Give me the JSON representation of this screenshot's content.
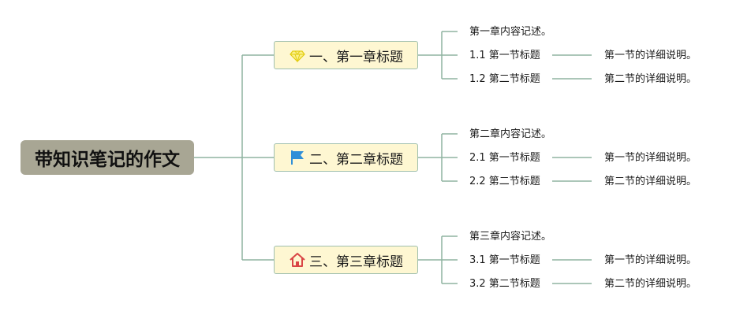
{
  "root": {
    "title": "带知识笔记的作文"
  },
  "chapters": [
    {
      "title": "一、第一章标题",
      "icon": "diamond-icon",
      "summary": "第一章内容记述。",
      "sections": [
        {
          "title": "1.1 第一节标题",
          "detail": "第一节的详细说明。"
        },
        {
          "title": "1.2 第二节标题",
          "detail": "第二节的详细说明。"
        }
      ]
    },
    {
      "title": "二、第二章标题",
      "icon": "flag-icon",
      "summary": "第二章内容记述。",
      "sections": [
        {
          "title": "2.1 第一节标题",
          "detail": "第一节的详细说明。"
        },
        {
          "title": "2.2 第二节标题",
          "detail": "第二节的详细说明。"
        }
      ]
    },
    {
      "title": "三、第三章标题",
      "icon": "house-icon",
      "summary": "第三章内容记述。",
      "sections": [
        {
          "title": "3.1 第一节标题",
          "detail": "第一节的详细说明。"
        },
        {
          "title": "3.2 第二节标题",
          "detail": "第二节的详细说明。"
        }
      ]
    }
  ],
  "colors": {
    "root_bg": "#a8a694",
    "chapter_bg": "#fef7d2",
    "chapter_border": "#9fbfae",
    "line": "#8fb3a1",
    "diamond": "#f2e11a",
    "flag": "#2f8fd8",
    "house": "#d94545"
  }
}
